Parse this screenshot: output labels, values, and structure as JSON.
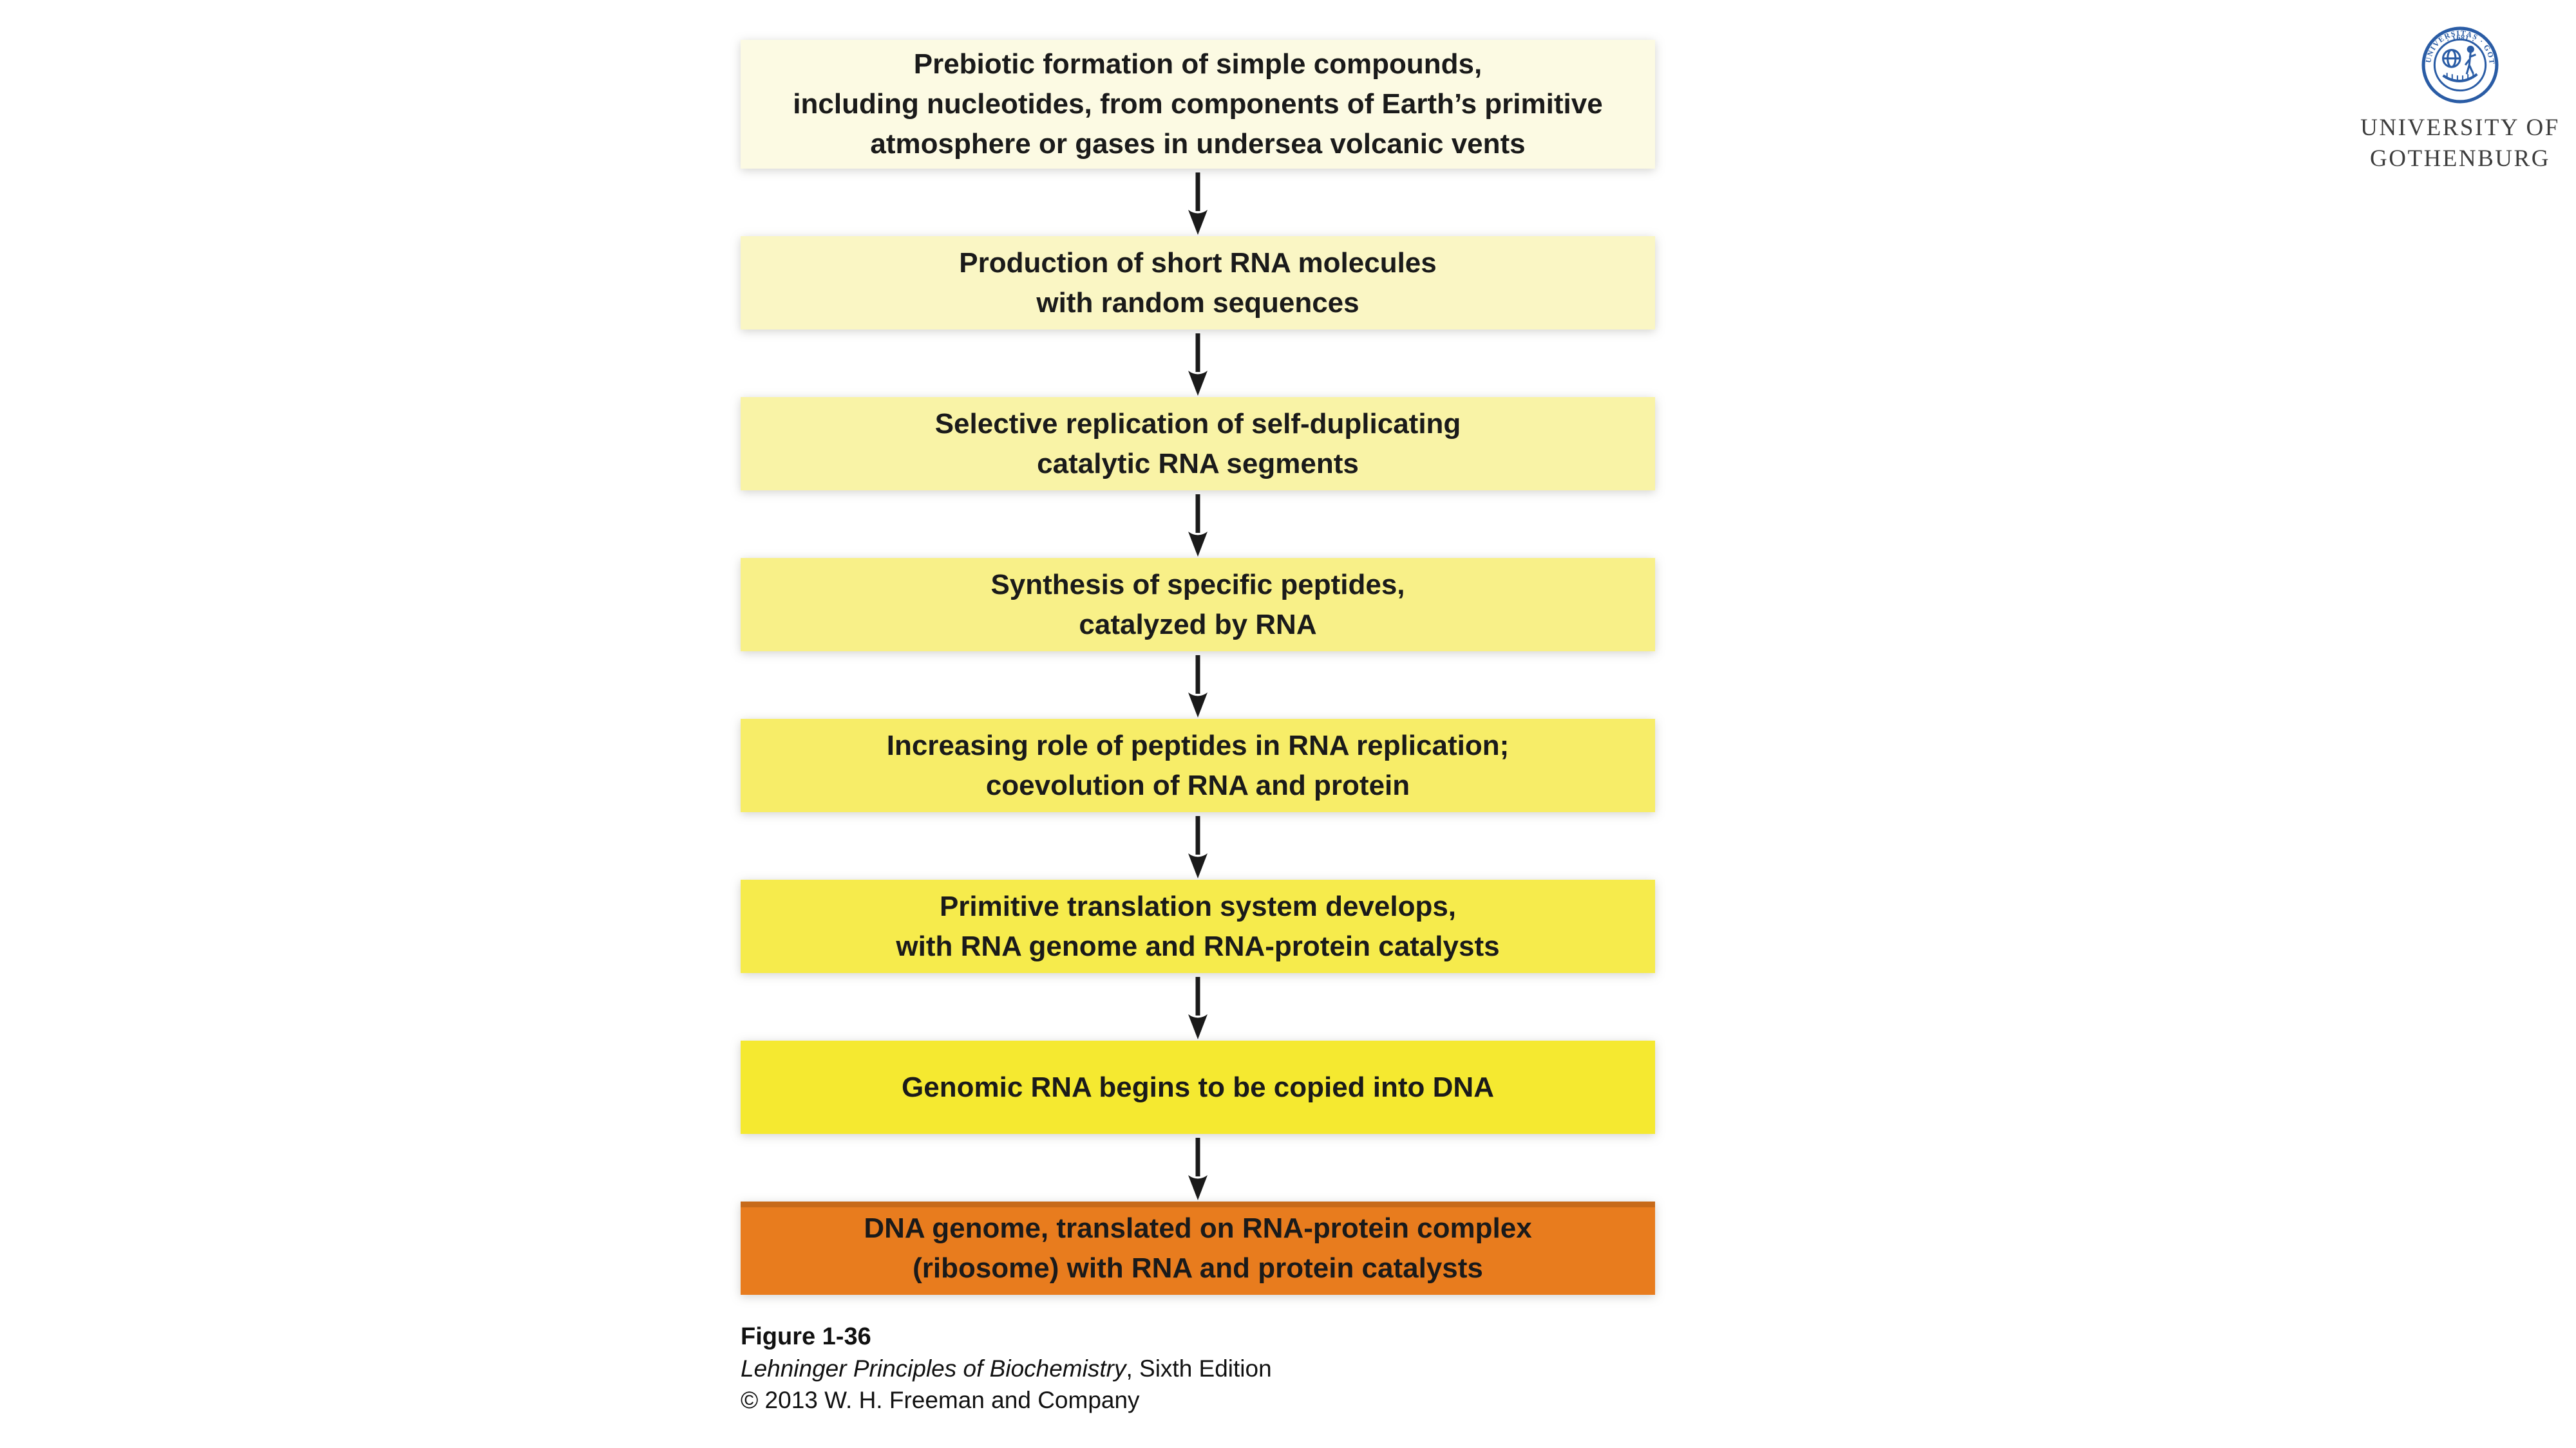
{
  "flow": {
    "boxes": [
      {
        "text": "Prebiotic formation of simple compounds,\nincluding nucleotides, from components of Earth’s primitive\natmosphere or gases in undersea volcanic vents",
        "bg": "#FCFAE3"
      },
      {
        "text": "Production of short RNA molecules\nwith random sequences",
        "bg": "#FAF6C4"
      },
      {
        "text": "Selective replication of self-duplicating\ncatalytic RNA segments",
        "bg": "#F9F3A6"
      },
      {
        "text": "Synthesis of specific peptides,\ncatalyzed by RNA",
        "bg": "#F8F088"
      },
      {
        "text": "Increasing role of peptides in RNA replication;\ncoevolution of RNA and protein",
        "bg": "#F7ED68"
      },
      {
        "text": "Primitive translation system develops,\nwith RNA genome and RNA-protein catalysts",
        "bg": "#F6EB4C"
      },
      {
        "text": "Genomic RNA begins to be copied into DNA",
        "bg": "#F5E930"
      },
      {
        "text": "DNA genome, translated on RNA-protein complex\n(ribosome) with RNA and protein catalysts",
        "bg": "#E87C1E"
      }
    ],
    "arrow_color": "#1a1a1a"
  },
  "caption": {
    "figure_label": "Figure 1-36",
    "book_title": "Lehninger Principles of Biochemistry",
    "edition_suffix": ", Sixth Edition",
    "copyright": "© 2013 W. H. Freeman and Company"
  },
  "logo": {
    "name_line1": "UNIVERSITY OF",
    "name_line2": "GOTHENBURG",
    "seal_ring_text": "UNIVERSITAS · GOTHOBURGENSIS",
    "seal_year": "· 1891 ·",
    "seal_color": "#2A5CA5"
  }
}
